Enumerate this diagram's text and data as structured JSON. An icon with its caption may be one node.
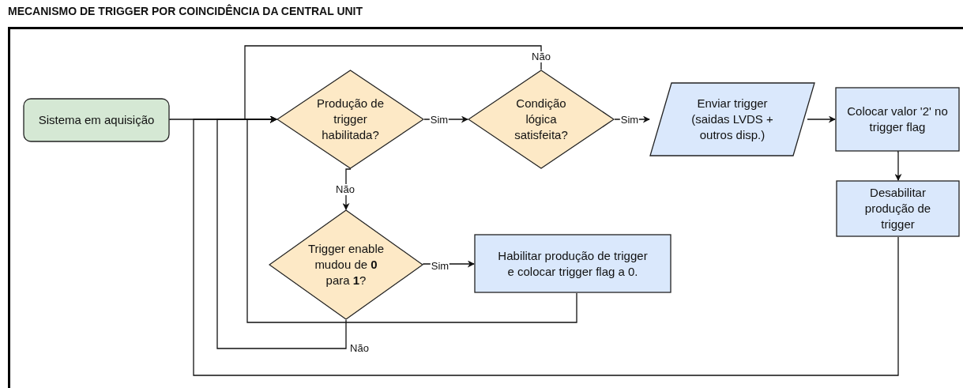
{
  "diagram": {
    "title": "MECANISMO DE TRIGGER POR COINCIDÊNCIA DA CENTRAL UNIT",
    "nodes": [
      {
        "text": [
          "Sistema em aquisição"
        ]
      },
      {
        "text": [
          "Produção de trigger habilitada?"
        ]
      },
      {
        "text": [
          "Condição lógica satisfeita?"
        ]
      },
      {
        "text": [
          "Enviar trigger (saidas LVDS + outros disp.)"
        ]
      },
      {
        "text": [
          "Colocar valor '2' no trigger flag"
        ]
      },
      {
        "text": [
          "Desabilitar produção de trigger"
        ]
      },
      {
        "text": [
          "Trigger enable mudou de **0** para **1**?"
        ]
      },
      {
        "text": [
          "Habilitar produção de trigger e colocar trigger flag a 0."
        ]
      }
    ],
    "edges": [
      {
        "from": 0,
        "to": 1,
        "arrow": "to"
      },
      {
        "from": 1,
        "to": 2,
        "arrow": "to",
        "label": "Sim"
      },
      {
        "from": 2,
        "to": 3,
        "arrow": "to",
        "label": "Sim"
      },
      {
        "from": 3,
        "to": 4,
        "arrow": "to"
      },
      {
        "from": 4,
        "to": 5,
        "arrow": "to"
      },
      {
        "from": 1,
        "to": 6,
        "arrow": "to",
        "label": "Não"
      },
      {
        "from": 6,
        "to": 7,
        "arrow": "to",
        "label": "Sim"
      },
      {
        "from": 2,
        "to": 1,
        "arrow": "to",
        "label": "Não"
      },
      {
        "from": 7,
        "to": 1,
        "arrow": "to"
      },
      {
        "from": 6,
        "to": 1,
        "arrow": "to",
        "label": "Não"
      },
      {
        "from": 5,
        "to": 1,
        "arrow": "to"
      }
    ]
  }
}
